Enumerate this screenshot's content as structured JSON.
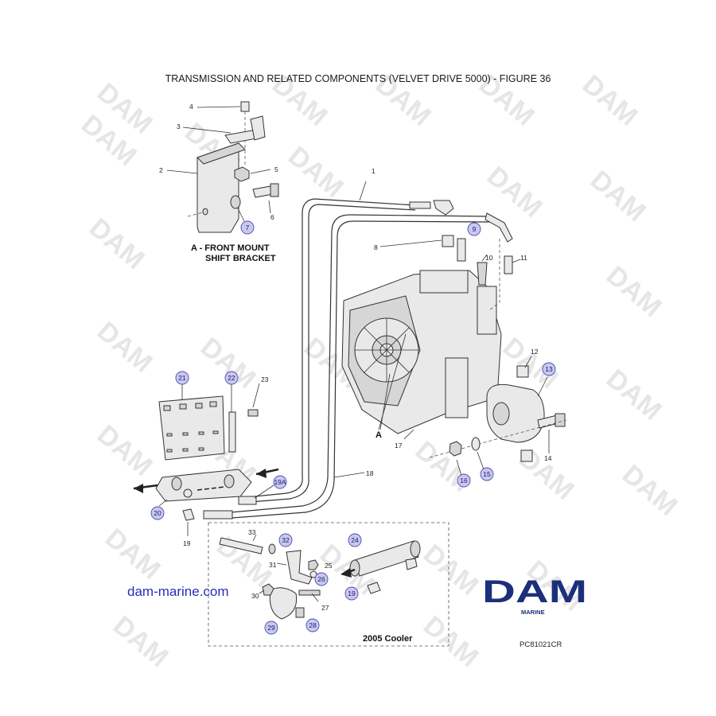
{
  "title": "TRANSMISSION AND RELATED COMPONENTS (VELVET DRIVE 5000) - FIGURE 36",
  "watermark": "DAM",
  "inset_label_line1": "A - FRONT MOUNT",
  "inset_label_line2": "SHIFT BRACKET",
  "detail_marker": "A",
  "cooler_box_label": "2005 Cooler",
  "website": "dam-marine.com",
  "logo_main": "DAM",
  "logo_sub": "MARINE",
  "figure_code": "PC81021CR",
  "plain_callouts": [
    "1",
    "2",
    "3",
    "4",
    "5",
    "6",
    "8",
    "10",
    "11",
    "12",
    "14",
    "17",
    "18",
    "19",
    "23",
    "25",
    "27",
    "30",
    "31",
    "33"
  ],
  "circled_callouts": [
    "7",
    "9",
    "13",
    "15",
    "16",
    "19A",
    "20",
    "21",
    "22",
    "24",
    "26",
    "28",
    "29",
    "32",
    "19"
  ]
}
